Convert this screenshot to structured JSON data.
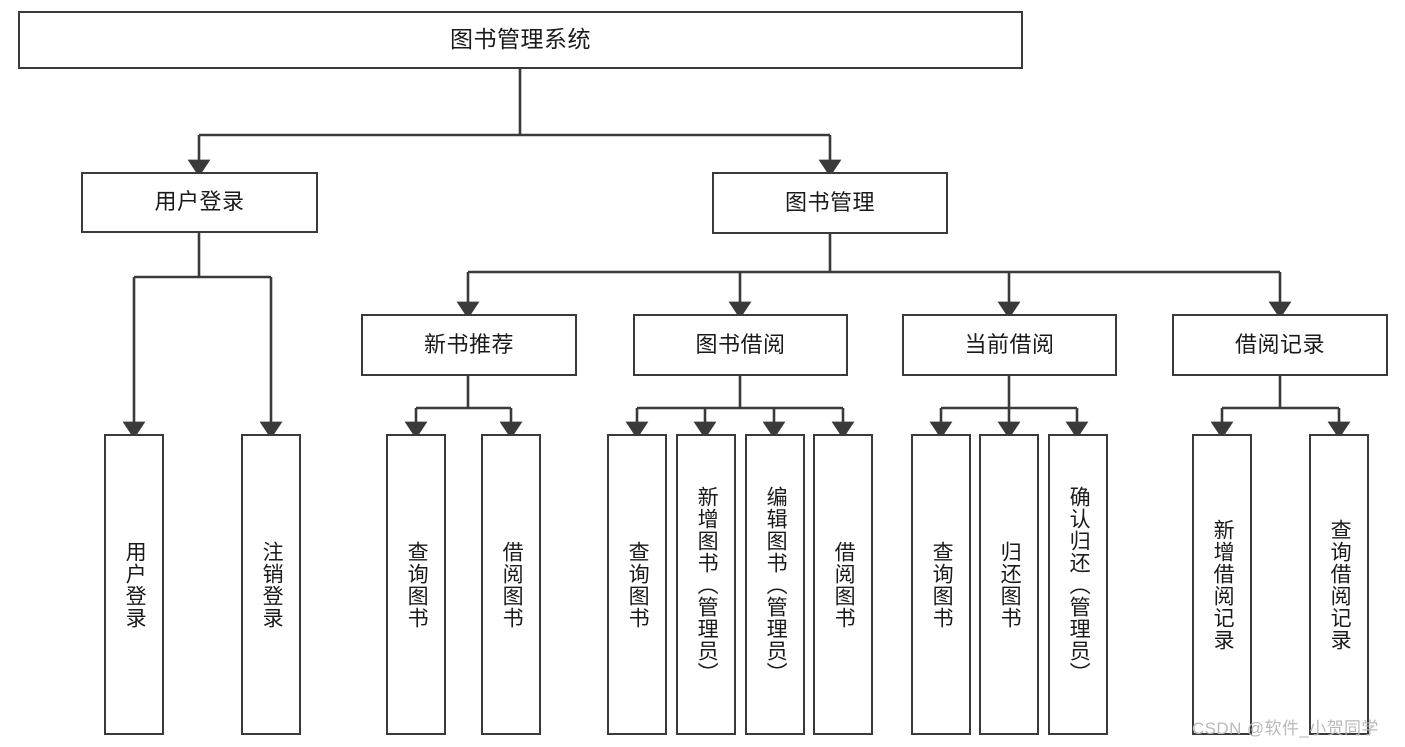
{
  "diagram": {
    "title": "图书管理系统",
    "type": "tree-hierarchy-diagram",
    "colors": {
      "box_border": "#3a3a3a",
      "box_fill": "#ffffff",
      "connector": "#3a3a3a",
      "text": "#1a1a1a",
      "watermark": "#b9b9b9",
      "background": "#ffffff"
    },
    "root": {
      "label": "图书管理系统"
    },
    "level1": [
      {
        "id": "user-login",
        "label": "用户登录"
      },
      {
        "id": "book-management",
        "label": "图书管理"
      }
    ],
    "level2": [
      {
        "id": "new-book-recommend",
        "label": "新书推荐"
      },
      {
        "id": "book-borrow",
        "label": "图书借阅"
      },
      {
        "id": "current-borrow",
        "label": "当前借阅"
      },
      {
        "id": "borrow-record",
        "label": "借阅记录"
      }
    ],
    "leaves": [
      {
        "id": "leaf-user-login",
        "label": "用户登录",
        "parent": "user-login"
      },
      {
        "id": "leaf-logout-login",
        "label": "注销登录",
        "parent": "user-login"
      },
      {
        "id": "leaf-query-book-1",
        "label": "查询图书",
        "parent": "new-book-recommend"
      },
      {
        "id": "leaf-borrow-book-1",
        "label": "借阅图书",
        "parent": "new-book-recommend"
      },
      {
        "id": "leaf-query-book-2",
        "label": "查询图书",
        "parent": "book-borrow"
      },
      {
        "id": "leaf-add-book",
        "label": "新增图书（管理员）",
        "parent": "book-borrow"
      },
      {
        "id": "leaf-edit-book",
        "label": "编辑图书（管理员）",
        "parent": "book-borrow"
      },
      {
        "id": "leaf-borrow-book-2",
        "label": "借阅图书",
        "parent": "book-borrow"
      },
      {
        "id": "leaf-query-book-3",
        "label": "查询图书",
        "parent": "current-borrow"
      },
      {
        "id": "leaf-return-book",
        "label": "归还图书",
        "parent": "current-borrow"
      },
      {
        "id": "leaf-confirm-return",
        "label": "确认归还（管理员）",
        "parent": "current-borrow"
      },
      {
        "id": "leaf-add-record",
        "label": "新增借阅记录",
        "parent": "borrow-record"
      },
      {
        "id": "leaf-query-record",
        "label": "查询借阅记录",
        "parent": "borrow-record"
      }
    ],
    "watermark": "CSDN @软件_小贺同学"
  }
}
